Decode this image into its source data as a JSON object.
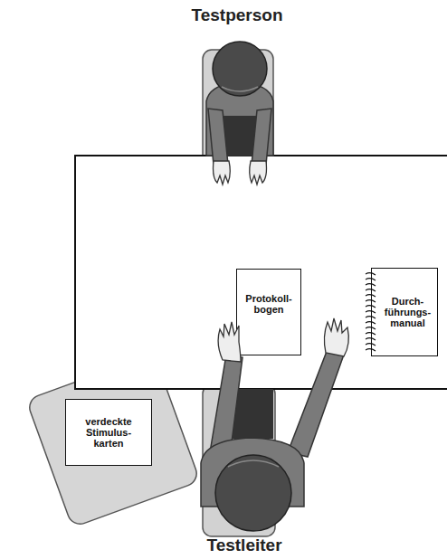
{
  "diagram": {
    "nodes": [
      {
        "text": [
          "Protokoll- bogen"
        ]
      },
      {
        "text": [
          "Durch- führungs- manual"
        ]
      },
      {
        "text": [
          "verdeckte Stimulus- karten"
        ]
      }
    ],
    "labels": [
      "Testperson",
      "Testleiter"
    ]
  }
}
